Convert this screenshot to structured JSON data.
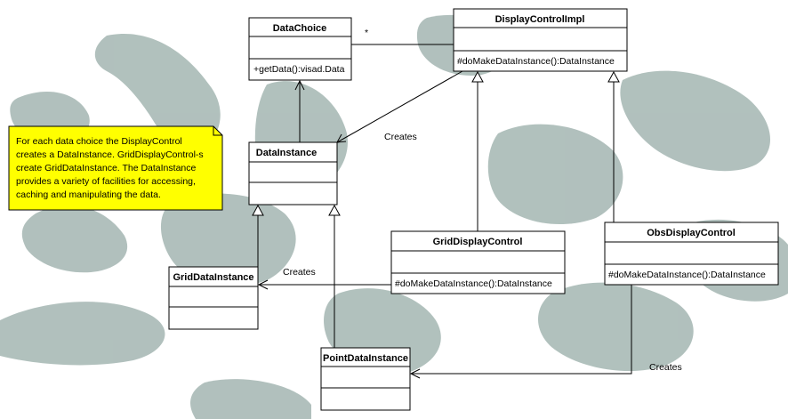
{
  "classes": {
    "data_choice": {
      "name": "DataChoice",
      "operations": [
        "+getData():visad.Data"
      ]
    },
    "display_control_impl": {
      "name": "DisplayControlImpl",
      "operations": [
        "#doMakeDataInstance():DataInstance"
      ]
    },
    "data_instance": {
      "name": "DataInstance",
      "operations": []
    },
    "grid_display_control": {
      "name": "GridDisplayControl",
      "operations": [
        "#doMakeDataInstance():DataInstance"
      ]
    },
    "obs_display_control": {
      "name": "ObsDisplayControl",
      "operations": [
        "#doMakeDataInstance():DataInstance"
      ]
    },
    "grid_data_instance": {
      "name": "GridDataInstance",
      "operations": []
    },
    "point_data_instance": {
      "name": "PointDataInstance",
      "operations": []
    }
  },
  "edges": {
    "multiplicity": "*",
    "creates_1": "Creates",
    "creates_2": "Creates",
    "creates_3": "Creates"
  },
  "note": {
    "lines": [
      "For each data choice the DisplayControl",
      "creates a DataInstance. GridDisplayControl-s",
      "create GridDataInstance. The DataInstance",
      "provides a variety of facilities for accessing,",
      "caching  and manipulating the data."
    ],
    "fill_color": "#ffff00"
  },
  "colors": {
    "watermark": "#a9bab6"
  }
}
